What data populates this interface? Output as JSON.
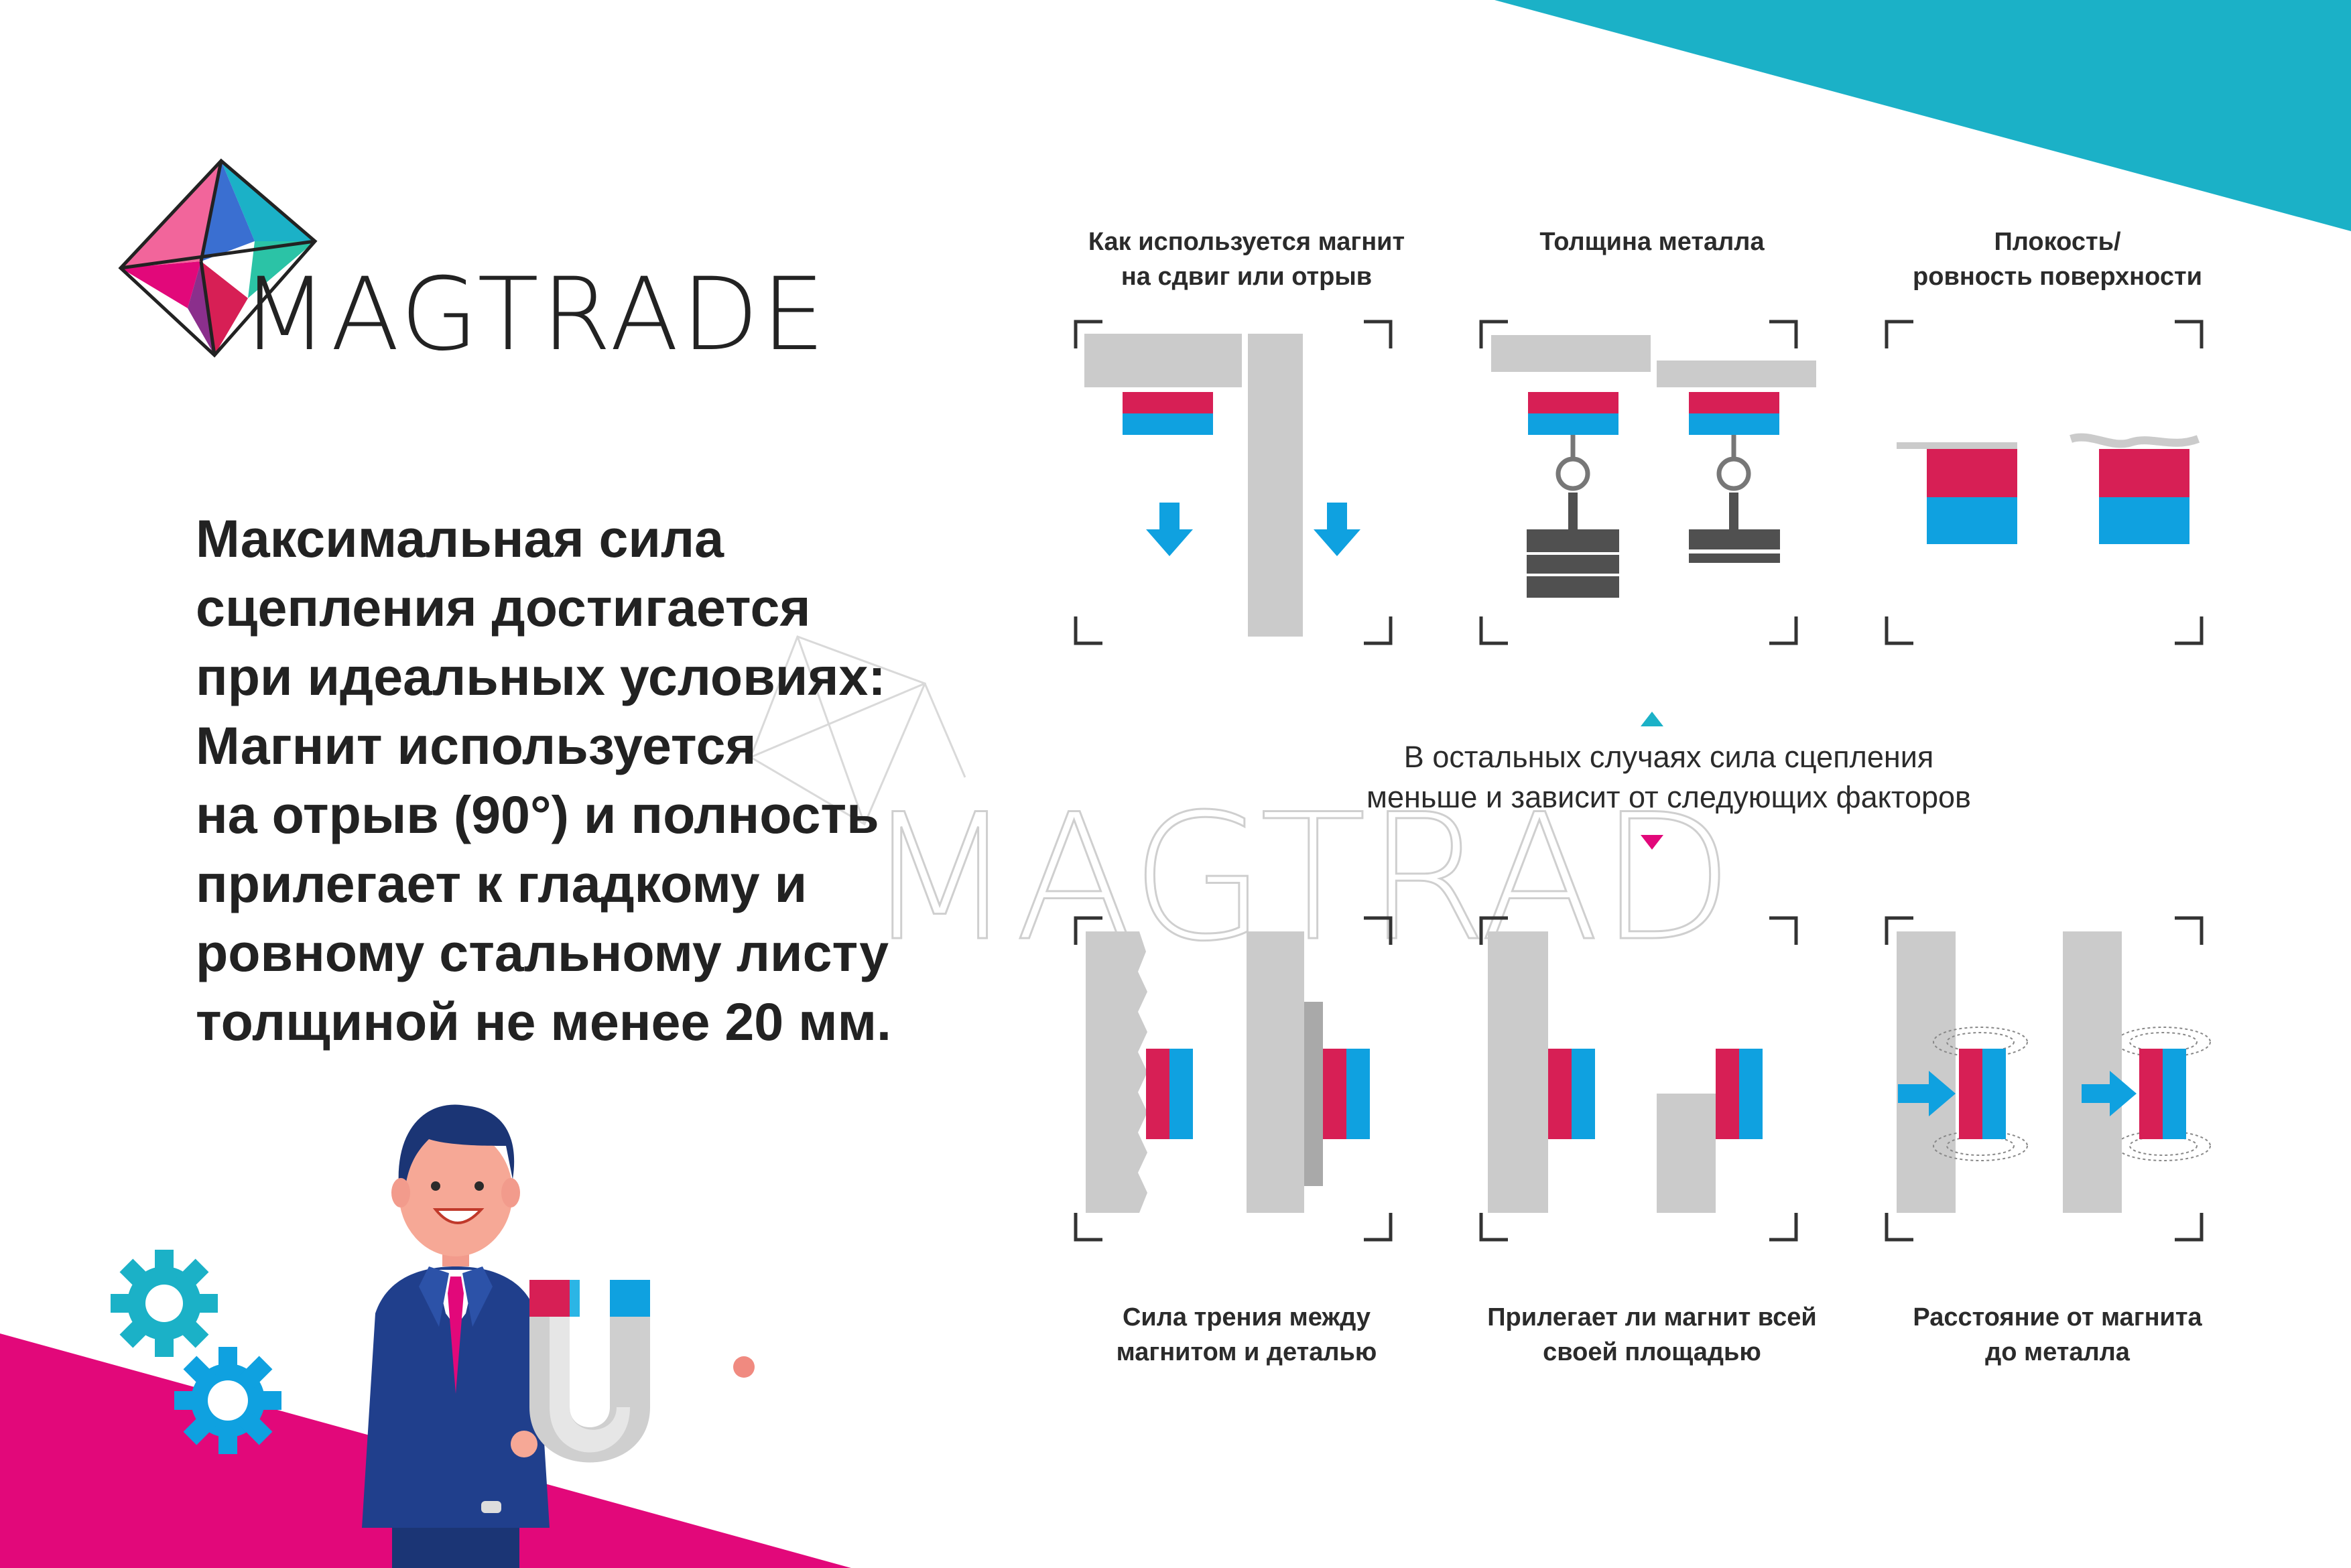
{
  "brand": {
    "name": "MAGTRADE",
    "watermark": "MAGTRADE"
  },
  "headline": "Максимальная сила\nсцепления достигается\nпри идеальных условиях:\nМагнит используется\nна отрыв (90°) и полность\nприлегает к гладкому и\nровному стальному листу\nтолщиной не менее 20 мм.",
  "top_panels": [
    {
      "caption": "Как используется магнит\nна сдвиг или отрыв"
    },
    {
      "caption": "Толщина металла"
    },
    {
      "caption": "Плокость/\nровность поверхности"
    }
  ],
  "middle_note": "В остальных случаях сила сцепления\nменьше и зависит от следующих факторов",
  "bottom_panels": [
    {
      "caption": "Сила трения между\nмагнитом и деталью"
    },
    {
      "caption": "Прилегает ли магнит всей\nсвоей площадью"
    },
    {
      "caption": "Расстояние от магнита\nдо металла"
    }
  ],
  "colors": {
    "teal": "#1bb1c7",
    "magenta": "#e2087a",
    "red": "#d71f55",
    "blue": "#0fa1e0",
    "gray": "#cbcbcb",
    "dark": "#505050",
    "suit": "#203f8c"
  },
  "icons": [
    "brand-logo-icon",
    "arrow-down-icon",
    "weight-icon",
    "gear-icon",
    "horseshoe-magnet-icon",
    "businessman-illustration"
  ]
}
